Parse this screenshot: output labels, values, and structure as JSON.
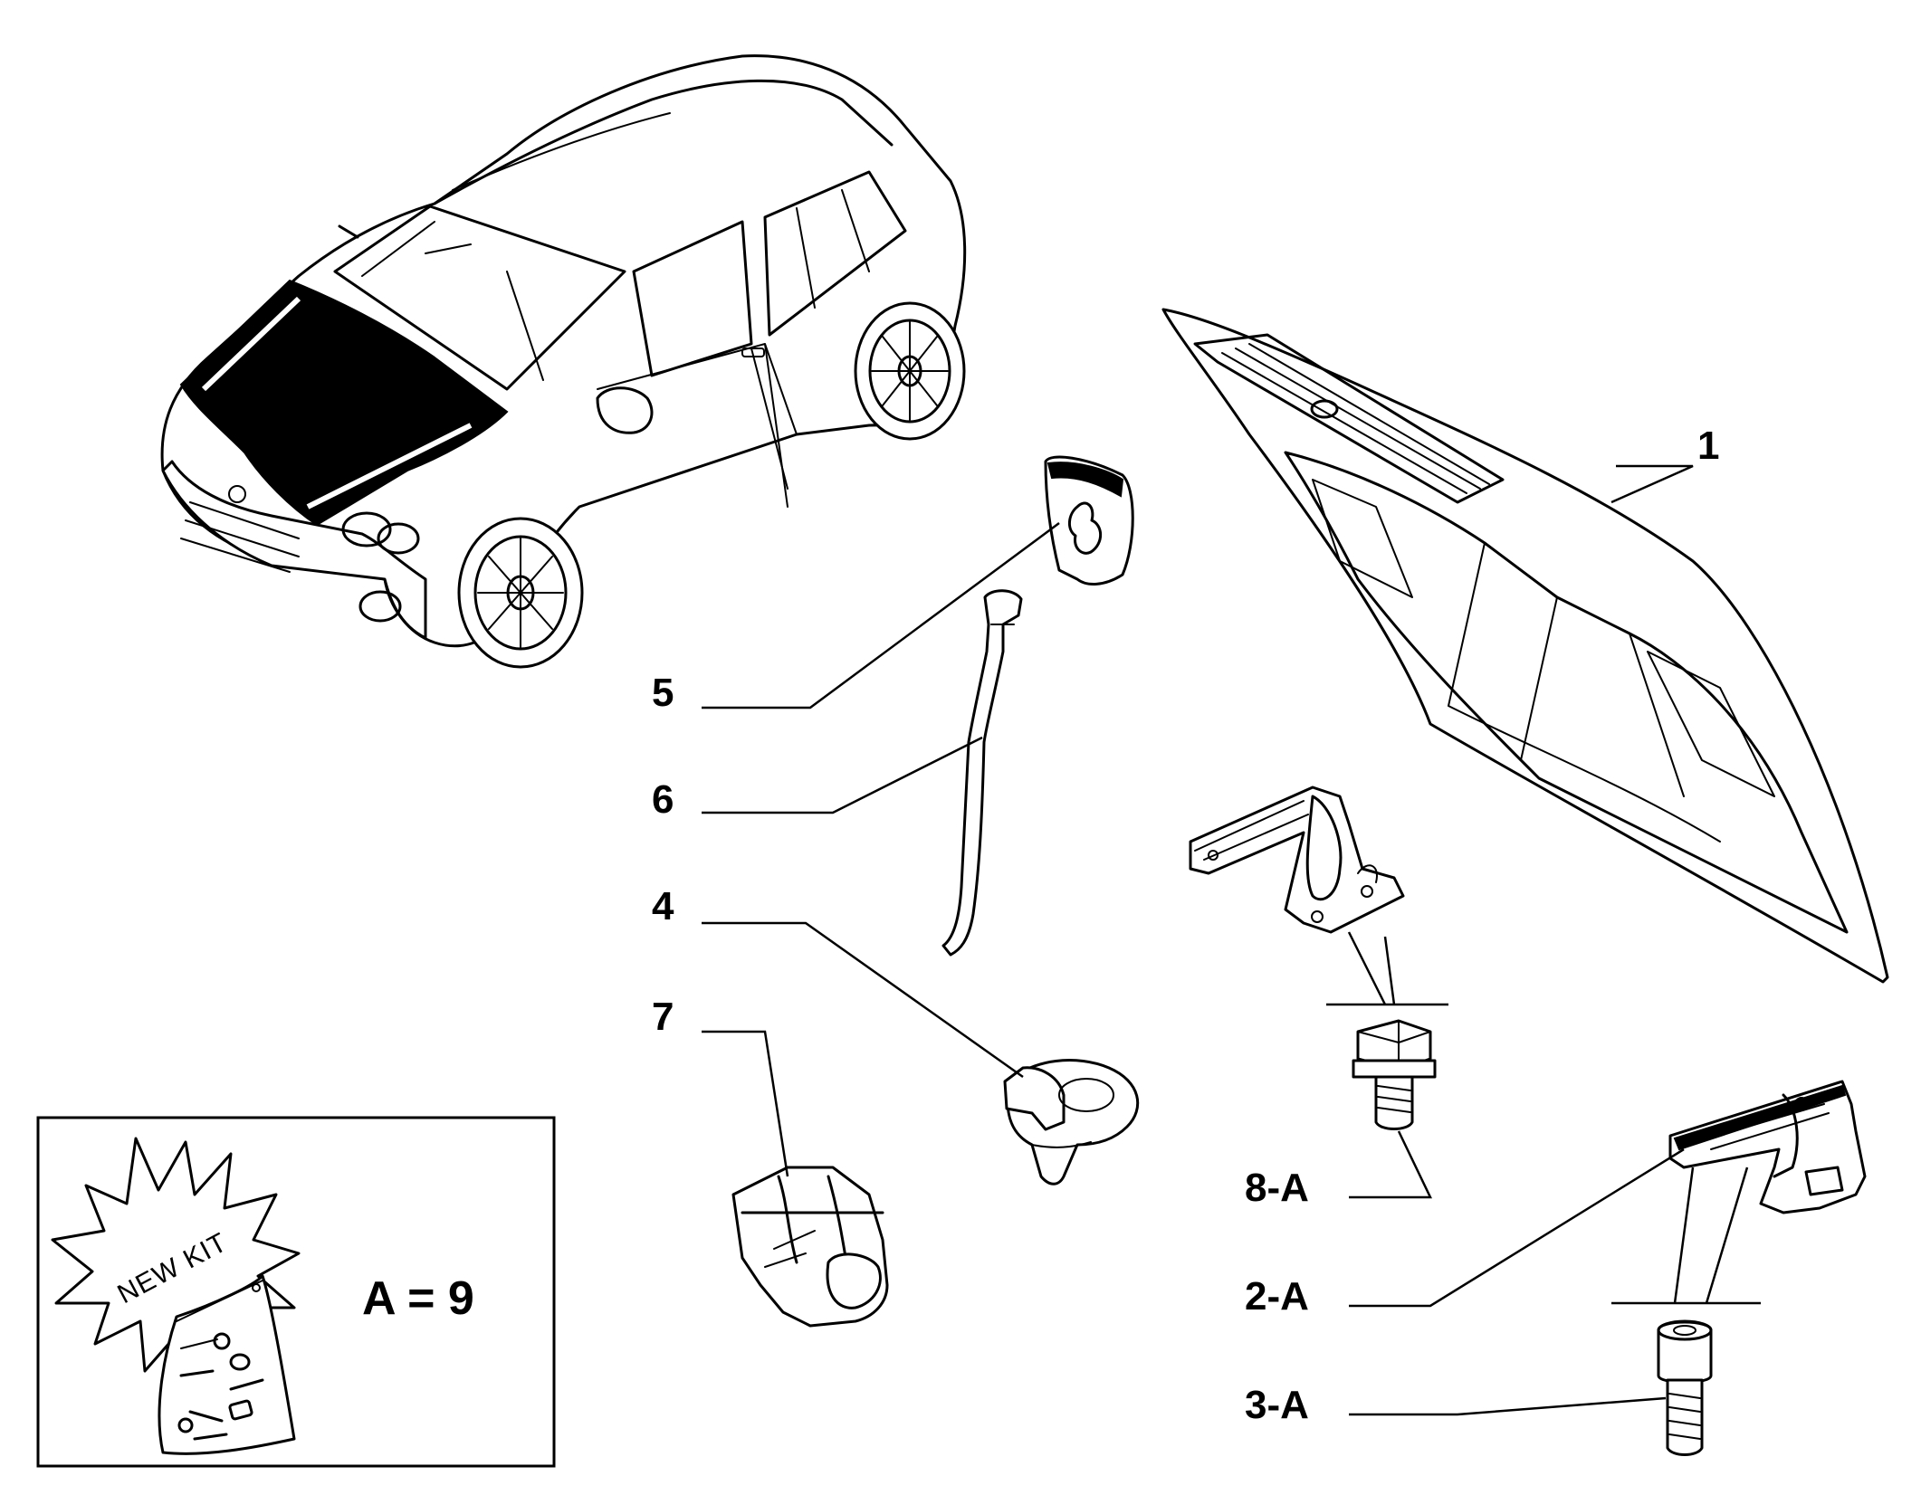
{
  "callouts": [
    {
      "id": "1",
      "text": "1"
    },
    {
      "id": "5",
      "text": "5"
    },
    {
      "id": "6",
      "text": "6"
    },
    {
      "id": "4",
      "text": "4"
    },
    {
      "id": "7",
      "text": "7"
    },
    {
      "id": "8-A",
      "text": "8-A"
    },
    {
      "id": "2-A",
      "text": "2-A"
    },
    {
      "id": "3-A",
      "text": "3-A"
    }
  ],
  "kit": {
    "burst_text": "NEW KIT",
    "equation": "A = 9"
  },
  "icons": {
    "car": "car-illustration-icon",
    "hood": "bonnet-panel-icon",
    "kit_bag": "hardware-bag-icon"
  }
}
